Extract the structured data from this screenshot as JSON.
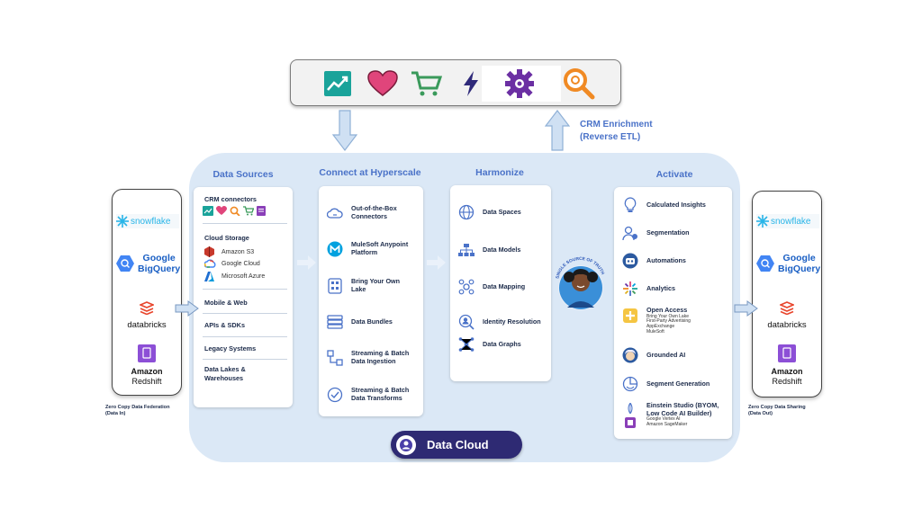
{
  "top_bar": {
    "icons": [
      "chart-icon",
      "heart-icon",
      "cart-icon",
      "lightning-icon",
      "gear-icon",
      "search-icon"
    ]
  },
  "crm_enrichment": {
    "line1": "CRM Enrichment",
    "line2": "(Reverse ETL)"
  },
  "columns": {
    "data_sources": "Data Sources",
    "connect": "Connect at Hyperscale",
    "harmonize": "Harmonize",
    "activate": "Activate"
  },
  "data_sources": {
    "crm_connectors": "CRM connectors",
    "cloud_storage": "Cloud Storage",
    "cloud_items": [
      "Amazon S3",
      "Google Cloud",
      "Microsoft Azure"
    ],
    "mobile_web": "Mobile & Web",
    "apis_sdks": "APIs & SDKs",
    "legacy": "Legacy Systems",
    "lakes_line1": "Data Lakes &",
    "lakes_line2": "Warehouses"
  },
  "connect": [
    {
      "l1": "Out-of-the-Box",
      "l2": "Connectors"
    },
    {
      "l1": "MuleSoft Anypoint",
      "l2": "Platform"
    },
    {
      "l1": "Bring Your Own",
      "l2": "Lake"
    },
    {
      "l1": "Data Bundles",
      "l2": ""
    },
    {
      "l1": "Streaming & Batch",
      "l2": "Data Ingestion"
    },
    {
      "l1": "Streaming & Batch",
      "l2": "Data Transforms"
    }
  ],
  "harmonize": [
    "Data Spaces",
    "Data Models",
    "Data Mapping",
    "Identity Resolution",
    "Data Graphs"
  ],
  "activate": {
    "calculated_insights": "Calculated Insights",
    "segmentation": "Segmentation",
    "automations": "Automations",
    "analytics": "Analytics",
    "open_access": "Open Access",
    "open_access_sub": [
      "Bring Your Own Lake",
      "First-Party Advertising",
      "AppExchange",
      "MuleSoft"
    ],
    "grounded_ai": "Grounded AI",
    "segment_generation": "Segment Generation",
    "einstein_l1": "Einstein Studio (BYOM,",
    "einstein_l2": "Low Code AI Builder)",
    "einstein_sub": [
      "Google Vertex AI",
      "Amazon SageMaker"
    ]
  },
  "mascot_text": "SINGLE SOURCE OF TRUTH",
  "left_card": {
    "snowflake": "snowflake",
    "bigquery_l1": "Google",
    "bigquery_l2": "BigQuery",
    "databricks": "databricks",
    "redshift_l1": "Amazon",
    "redshift_l2": "Redshift",
    "caption_l1": "Zero Copy Data Federation",
    "caption_l2": "(Data In)"
  },
  "right_card": {
    "snowflake": "snowflake",
    "bigquery_l1": "Google",
    "bigquery_l2": "BigQuery",
    "databricks": "databricks",
    "redshift_l1": "Amazon",
    "redshift_l2": "Redshift",
    "caption_l1": "Zero Copy Data Sharing",
    "caption_l2": "(Data Out)"
  },
  "data_cloud_label": "Data Cloud",
  "colors": {
    "accent_blue": "#4a72c8",
    "cloud_bg": "#dbe8f6",
    "arrow_fill": "#cfe0f3",
    "badge_purple": "#2e2a73",
    "teal": "#1aa39a",
    "pink": "#e0457b",
    "green": "#3a9a5b",
    "purple_icon": "#6b2fa3",
    "orange": "#f08a24"
  }
}
